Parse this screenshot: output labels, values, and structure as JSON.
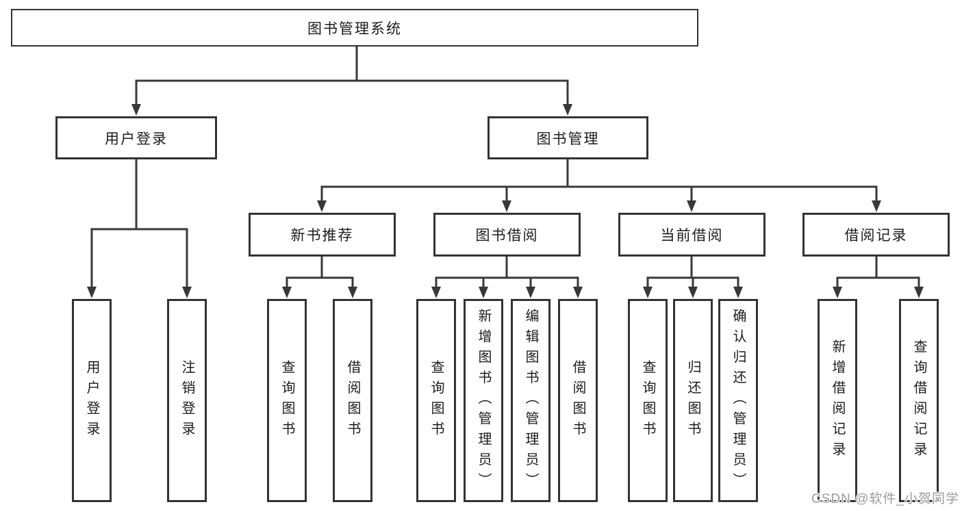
{
  "diagram": {
    "root": "图书管理系统",
    "level2": {
      "user": "用户登录",
      "mgmt": "图书管理"
    },
    "level3": {
      "newbook": "新书推荐",
      "borrow": "图书借阅",
      "current": "当前借阅",
      "records": "借阅记录"
    },
    "leaves": {
      "user": [
        "用户登录",
        "注销登录"
      ],
      "newbook": [
        "查询图书",
        "借阅图书"
      ],
      "borrow": [
        "查询图书",
        "新增图书（管理员）",
        "编辑图书（管理员）",
        "借阅图书"
      ],
      "current": [
        "查询图书",
        "归还图书",
        "确认归还（管理员）"
      ],
      "records": [
        "新增借阅记录",
        "查询借阅记录"
      ]
    }
  },
  "watermark": "CSDN @软件_小贺同学",
  "colors": {
    "line": "#383838",
    "box_border": "#333333",
    "text": "#1c1c1c",
    "background": "#ffffff",
    "watermark": "#9b9b9b"
  }
}
